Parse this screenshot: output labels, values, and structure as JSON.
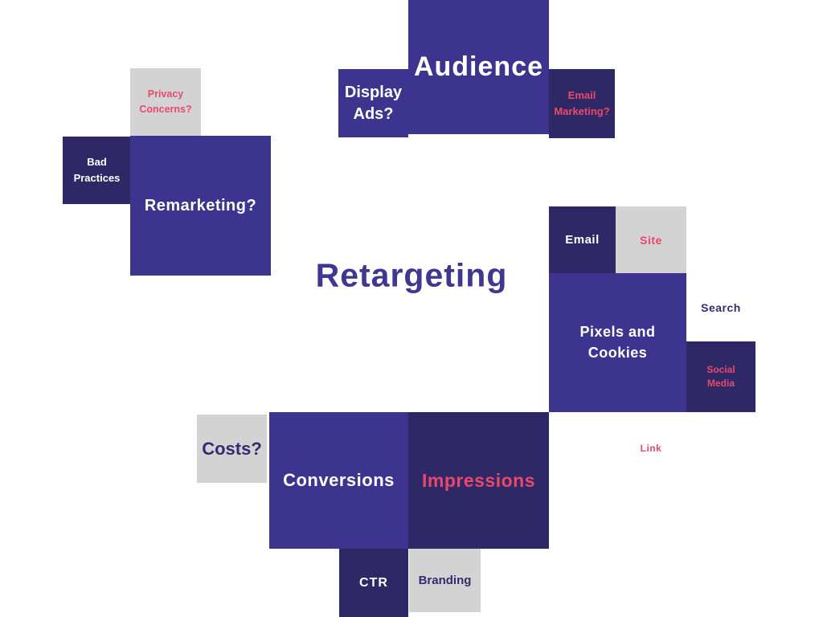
{
  "title": {
    "text": "Retargeting"
  },
  "palette": {
    "purple": "#3d3490",
    "dark_purple": "#2e2966",
    "gray": "#d3d3d3",
    "pink": "#e8496a",
    "title_purple": "#3f3790",
    "text_purple": "#322b70",
    "background": "#ffffff"
  },
  "tiles": {
    "audience": {
      "label": "Audience"
    },
    "display_ads": {
      "line1": "Display",
      "line2": "Ads?"
    },
    "email_marketing": {
      "line1": "Email",
      "line2": "Marketing?"
    },
    "privacy_concerns": {
      "line1": "Privacy",
      "line2": "Concerns?"
    },
    "bad_practices": {
      "line1": "Bad",
      "line2": "Practices"
    },
    "remarketing": {
      "label": "Remarketing?"
    },
    "email": {
      "label": "Email"
    },
    "site": {
      "label": "Site"
    },
    "pixels_and_cookies": {
      "line1": "Pixels and",
      "line2": "Cookies"
    },
    "search": {
      "label": "Search"
    },
    "social_media": {
      "line1": "Social",
      "line2": "Media"
    },
    "link": {
      "label": "Link"
    },
    "costs": {
      "label": "Costs?"
    },
    "conversions": {
      "label": "Conversions"
    },
    "impressions": {
      "label": "Impressions"
    },
    "ctr": {
      "label": "CTR"
    },
    "branding": {
      "label": "Branding"
    }
  }
}
